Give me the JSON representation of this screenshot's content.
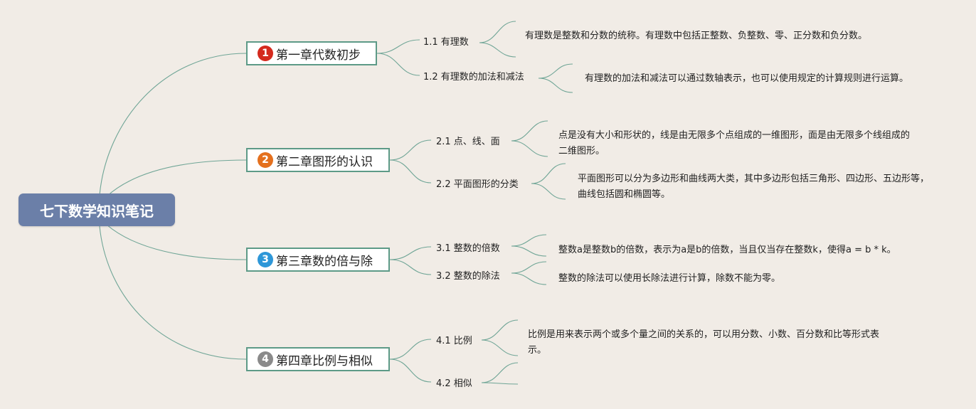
{
  "root": {
    "title": "七下数学知识笔记",
    "color": "#6b7fa8"
  },
  "chapters": [
    {
      "number": "1",
      "badge_color": "#d42a1e",
      "title": "第一章代数初步",
      "topics": [
        {
          "label": "1.1 有理数",
          "detail": "有理数是整数和分数的统称。有理数中包括正整数、负整数、零、正分数和负分数。"
        },
        {
          "label": "1.2 有理数的加法和减法",
          "detail": "有理数的加法和减法可以通过数轴表示，也可以使用规定的计算规则进行运算。"
        }
      ]
    },
    {
      "number": "2",
      "badge_color": "#e4701e",
      "title": "第二章图形的认识",
      "topics": [
        {
          "label": "2.1 点、线、面",
          "detail": "点是没有大小和形状的，线是由无限多个点组成的一维图形，面是由无限多个线组成的二维图形。"
        },
        {
          "label": "2.2 平面图形的分类",
          "detail": "平面图形可以分为多边形和曲线两大类，其中多边形包括三角形、四边形、五边形等，曲线包括圆和椭圆等。"
        }
      ]
    },
    {
      "number": "3",
      "badge_color": "#2e97d8",
      "title": "第三章数的倍与除",
      "topics": [
        {
          "label": "3.1 整数的倍数",
          "detail": "整数a是整数b的倍数，表示为a是b的倍数，当且仅当存在整数k，使得a = b * k。"
        },
        {
          "label": "3.2 整数的除法",
          "detail": "整数的除法可以使用长除法进行计算，除数不能为零。"
        }
      ]
    },
    {
      "number": "4",
      "badge_color": "#8a8a8a",
      "title": "第四章比例与相似",
      "topics": [
        {
          "label": "4.1 比例",
          "detail": "比例是用来表示两个或多个量之间的关系的，可以用分数、小数、百分数和比等形式表示。"
        },
        {
          "label": "4.2 相似",
          "detail": ""
        }
      ]
    }
  ]
}
